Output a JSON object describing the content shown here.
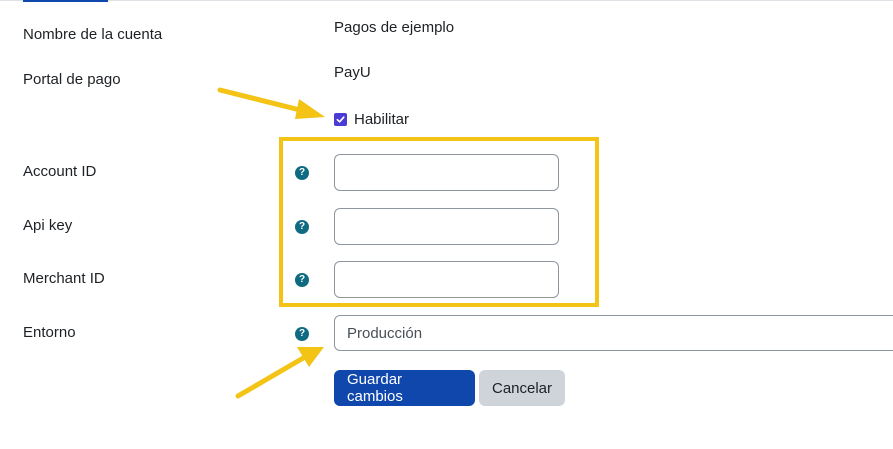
{
  "form": {
    "account_name": {
      "label": "Nombre de la cuenta",
      "value": "Pagos de ejemplo"
    },
    "gateway": {
      "label": "Portal de pago",
      "value": "PayU"
    },
    "enable": {
      "label": "Habilitar",
      "checked": true
    },
    "account_id": {
      "label": "Account ID",
      "value": ""
    },
    "api_key": {
      "label": "Api key",
      "value": ""
    },
    "merchant_id": {
      "label": "Merchant ID",
      "value": ""
    },
    "environment": {
      "label": "Entorno",
      "selected": "Producción"
    },
    "help_icon_glyph": "?"
  },
  "actions": {
    "save_label": "Guardar cambios",
    "cancel_label": "Cancelar"
  },
  "colors": {
    "primary": "#0f47ad",
    "help_icon": "#0f6b82",
    "checkbox": "#4a3ad6",
    "annotation": "#f3c316"
  }
}
